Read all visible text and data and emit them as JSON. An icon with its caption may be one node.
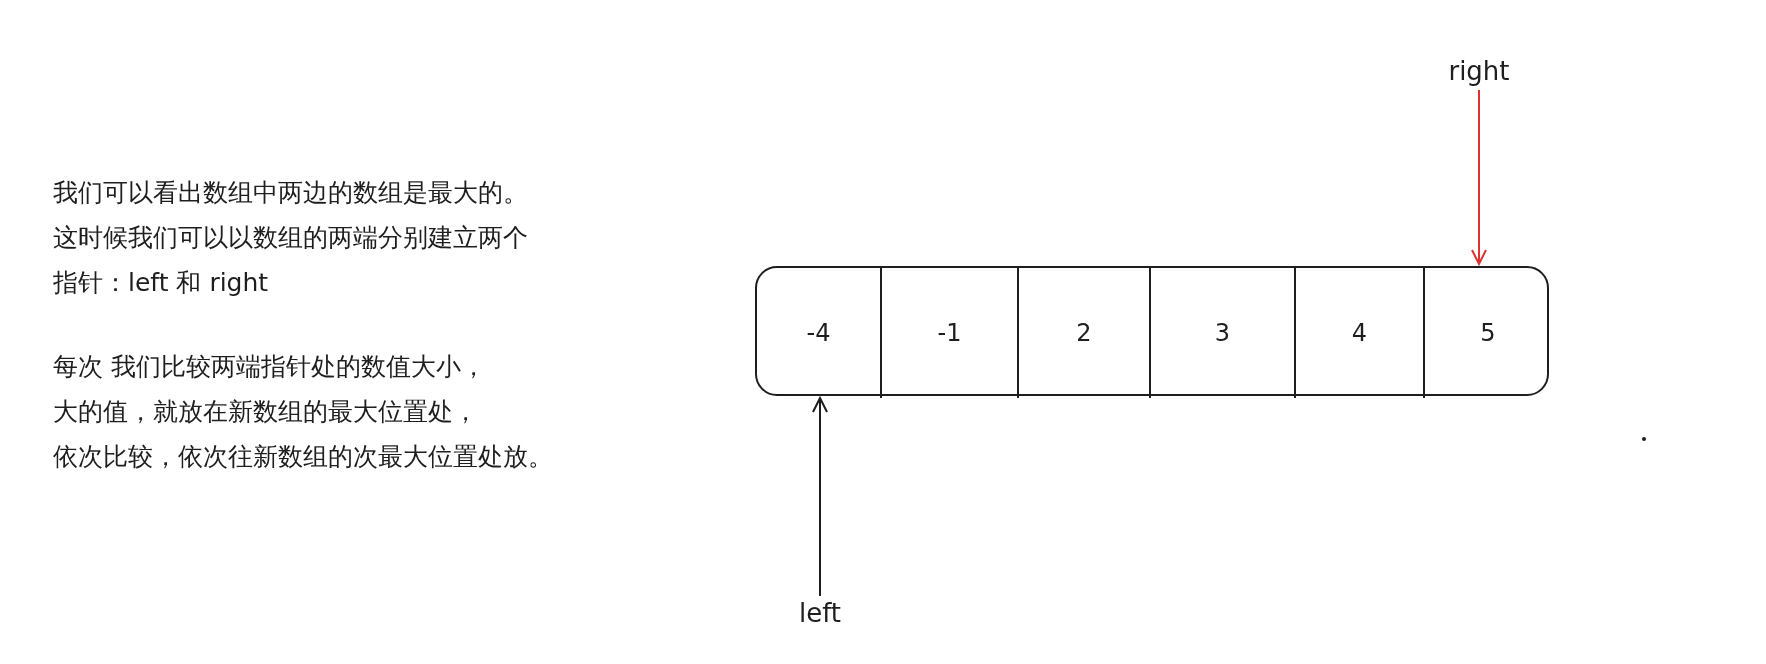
{
  "diagram": {
    "nodes": [
      {
        "text": [],
        "shape": "box"
      },
      {
        "text": [
          "-4"
        ],
        "in": 0
      },
      {
        "text": [
          "-1"
        ],
        "in": 0
      },
      {
        "text": [
          "2"
        ],
        "in": 0
      },
      {
        "text": [
          "3"
        ],
        "in": 0
      },
      {
        "text": [
          "4"
        ],
        "in": 0
      },
      {
        "text": [
          "5"
        ],
        "in": 0
      },
      {
        "text": [
          "left"
        ]
      },
      {
        "text": [
          "right"
        ]
      }
    ],
    "edges": [
      {
        "from": 7,
        "to": 1,
        "arrow": "to"
      },
      {
        "from": 8,
        "to": 6,
        "arrow": "to",
        "color": "#e03131"
      }
    ],
    "labels": [
      "我们可以看出数组中两边的数组是最大的。",
      "这时候我们可以以数组的两端分别建立两个",
      "指针：left 和 right",
      "每次 我们比较两端指针处的数值大小，",
      "大的值，就放在新数组的最大位置处，",
      "依次比较，依次往新数组的次最大位置处放。"
    ]
  }
}
